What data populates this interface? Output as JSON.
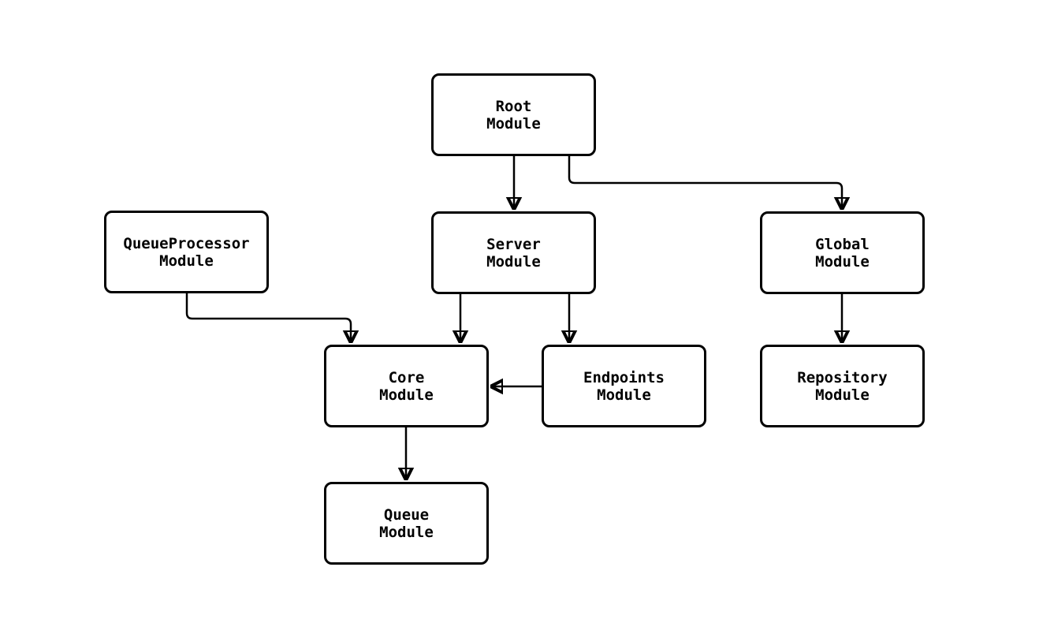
{
  "diagram": {
    "type": "module-dependency-flowchart",
    "colors": {
      "background": "#ffffff",
      "node_fill": "#ffffff",
      "node_border": "#000000",
      "edge": "#000000",
      "text": "#000000"
    },
    "nodes": {
      "root": {
        "label": "Root\nModule"
      },
      "queue_processor": {
        "label": "QueueProcessor\nModule"
      },
      "server": {
        "label": "Server\nModule"
      },
      "global": {
        "label": "Global\nModule"
      },
      "core": {
        "label": "Core\nModule"
      },
      "endpoints": {
        "label": "Endpoints\nModule"
      },
      "repository": {
        "label": "Repository\nModule"
      },
      "queue": {
        "label": "Queue\nModule"
      }
    },
    "edges": [
      {
        "from": "Root Module",
        "to": "Server Module"
      },
      {
        "from": "Root Module",
        "to": "Global Module"
      },
      {
        "from": "QueueProcessor Module",
        "to": "Core Module"
      },
      {
        "from": "Server Module",
        "to": "Core Module"
      },
      {
        "from": "Server Module",
        "to": "Endpoints Module"
      },
      {
        "from": "Endpoints Module",
        "to": "Core Module"
      },
      {
        "from": "Core Module",
        "to": "Queue Module"
      },
      {
        "from": "Global Module",
        "to": "Repository Module"
      }
    ]
  }
}
